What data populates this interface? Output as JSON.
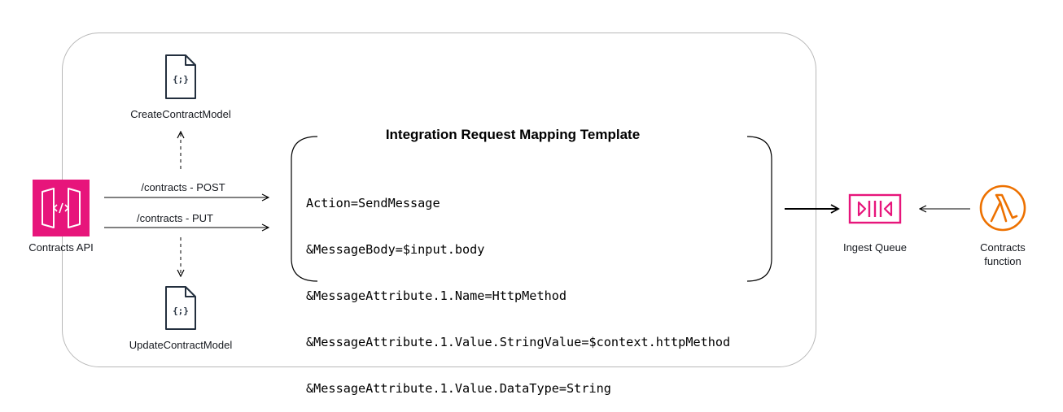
{
  "diagram": {
    "models": {
      "create": "CreateContractModel",
      "update": "UpdateContractModel",
      "icon_glyph": "{;}",
      "icon": "json-document-icon"
    },
    "api": {
      "label": "Contracts API",
      "icon": "api-gateway-icon",
      "color": "#e7157b"
    },
    "routes": {
      "post": "/contracts - POST",
      "put": "/contracts - PUT"
    },
    "template": {
      "title": "Integration Request Mapping Template",
      "lines": [
        "Action=SendMessage",
        "&MessageBody=$input.body",
        "&MessageAttribute.1.Name=HttpMethod",
        "&MessageAttribute.1.Value.StringValue=$context.httpMethod",
        "&MessageAttribute.1.Value.DataType=String"
      ]
    },
    "queue": {
      "label": "Ingest Queue",
      "icon": "sqs-queue-icon",
      "color": "#e7157b"
    },
    "function": {
      "label_line1": "Contracts",
      "label_line2": "function",
      "icon": "lambda-icon",
      "color": "#ed7100"
    }
  }
}
